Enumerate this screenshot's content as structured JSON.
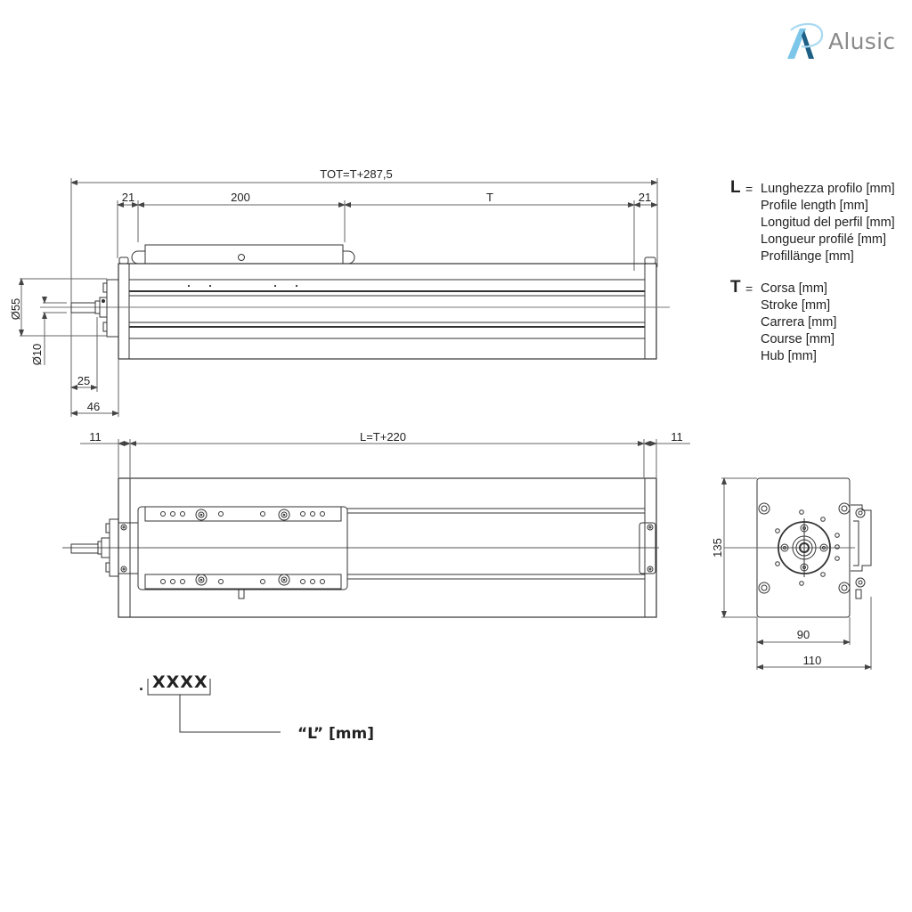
{
  "brand": {
    "name": "Alusic",
    "colors": {
      "light_blue": "#7cc6ea",
      "dark_blue": "#1e5f86",
      "text_gray": "#8a8a8a"
    }
  },
  "side_view": {
    "dimensions": {
      "total": "TOT=T+287,5",
      "left_offset": "21",
      "carriage_length": "200",
      "stroke": "T",
      "right_offset": "21",
      "flange_diameter": "Ø55",
      "shaft_diameter": "Ø10",
      "shaft_length": "25",
      "motor_offset": "46"
    }
  },
  "top_view": {
    "dimensions": {
      "left_end": "11",
      "profile_length": "L=T+220",
      "right_end": "11"
    }
  },
  "end_view": {
    "dimensions": {
      "height": "135",
      "width_inner": "90",
      "width_outer": "110"
    }
  },
  "legend": {
    "L": {
      "symbol": "L",
      "equals": "=",
      "lines": [
        "Lunghezza profilo [mm]",
        "Profile length [mm]",
        "Longitud del perfil [mm]",
        "Longueur profilé [mm]",
        "Profillänge [mm]"
      ]
    },
    "T": {
      "symbol": "T",
      "equals": "=",
      "lines": [
        "Corsa [mm]",
        "Stroke [mm]",
        "Carrera [mm]",
        "Course [mm]",
        "Hub [mm]"
      ]
    }
  },
  "order_code": {
    "prefix": ".",
    "placeholder": "XXXX",
    "label": "“L” [mm]"
  },
  "colors": {
    "line": "#333333",
    "dim_line": "#555555",
    "text": "#222222"
  }
}
